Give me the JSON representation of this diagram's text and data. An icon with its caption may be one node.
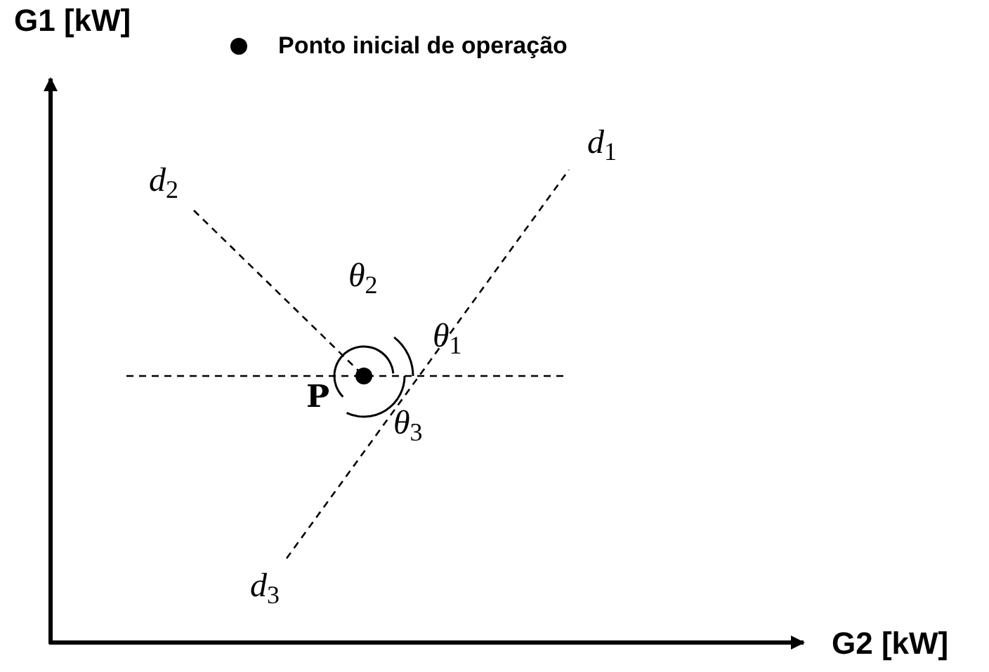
{
  "diagram": {
    "labels": [
      "G1 [kW]",
      "G2 [kW]",
      "*d*$_{1}$",
      "*d*$_{2}$",
      "*d*$_{3}$",
      "*θ*$_{1}$",
      "*θ*$_{2}$",
      "*θ*$_{3}$",
      "P"
    ],
    "legend": [
      {
        "text": "Ponto inicial de operação"
      }
    ]
  }
}
